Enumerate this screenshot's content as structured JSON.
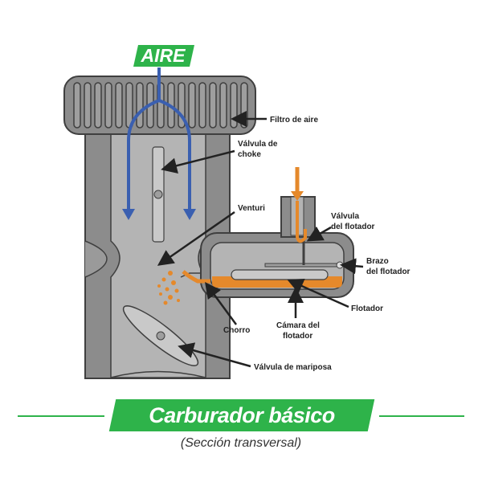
{
  "diagram": {
    "air_tag": "AIRE",
    "labels": {
      "air_filter": "Filtro de aire",
      "choke_line1": "Válvula de",
      "choke_line2": "choke",
      "venturi": "Venturi",
      "float_valve_line1": "Válvula",
      "float_valve_line2": "del flotador",
      "float_arm_line1": "Brazo",
      "float_arm_line2": "del flotador",
      "float": "Flotador",
      "float_chamber_line1": "Cámara del",
      "float_chamber_line2": "flotador",
      "jet": "Chorro",
      "throttle_valve": "Válvula de mariposa"
    },
    "colors": {
      "body": "#8c8c8c",
      "body_edge": "#3f3f3f",
      "air_arrows": "#3a5fb0",
      "fuel": "#e5892b",
      "brand_green": "#2eb34a"
    }
  },
  "caption": {
    "title": "Carburador básico",
    "subtitle": "(Sección transversal)"
  }
}
